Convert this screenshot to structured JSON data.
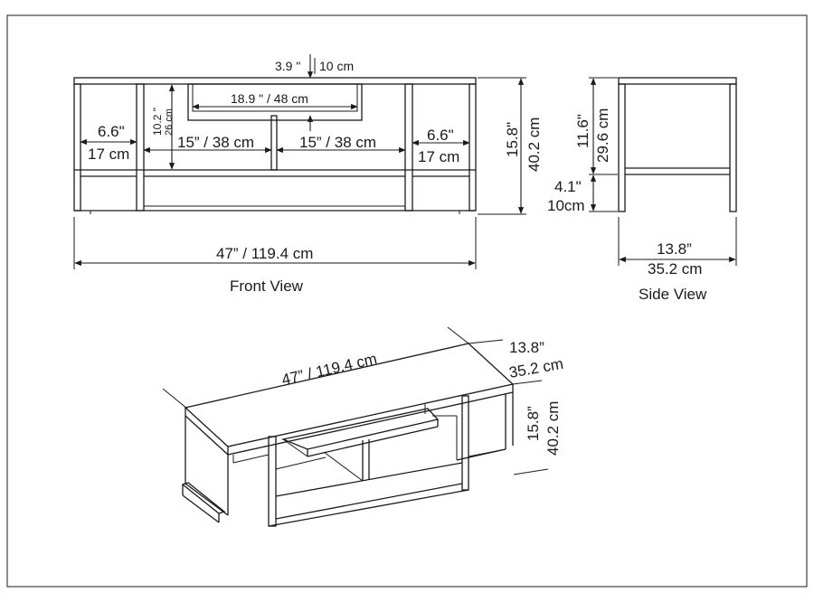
{
  "front_view": {
    "caption": "Front View",
    "top_gap_in": "3.9 \"",
    "top_gap_cm": "10 cm",
    "drawer_width": "18.9 \" / 48 cm",
    "shelf_height_in": "10.2 \"",
    "shelf_height_cm": "26 cm",
    "side_left_in": "6.6\"",
    "side_left_cm": "17 cm",
    "center_left": "15” / 38 cm",
    "center_right": "15” / 38 cm",
    "side_right_in": "6.6\"",
    "side_right_cm": "17 cm",
    "height_in": "15.8\"",
    "height_cm": "40.2 cm",
    "width": "47” / 119.4 cm"
  },
  "side_view": {
    "caption": "Side View",
    "upper_in": "11.6\"",
    "upper_cm": "29.6 cm",
    "leg_in": "4.1\"",
    "leg_cm": "10cm",
    "depth_in": "13.8”",
    "depth_cm": "35.2 cm"
  },
  "perspective_view": {
    "width": "47” / 119.4 cm",
    "depth_in": "13.8”",
    "depth_cm": "35.2 cm",
    "height_in": "15.8”",
    "height_cm": "40.2 cm"
  }
}
